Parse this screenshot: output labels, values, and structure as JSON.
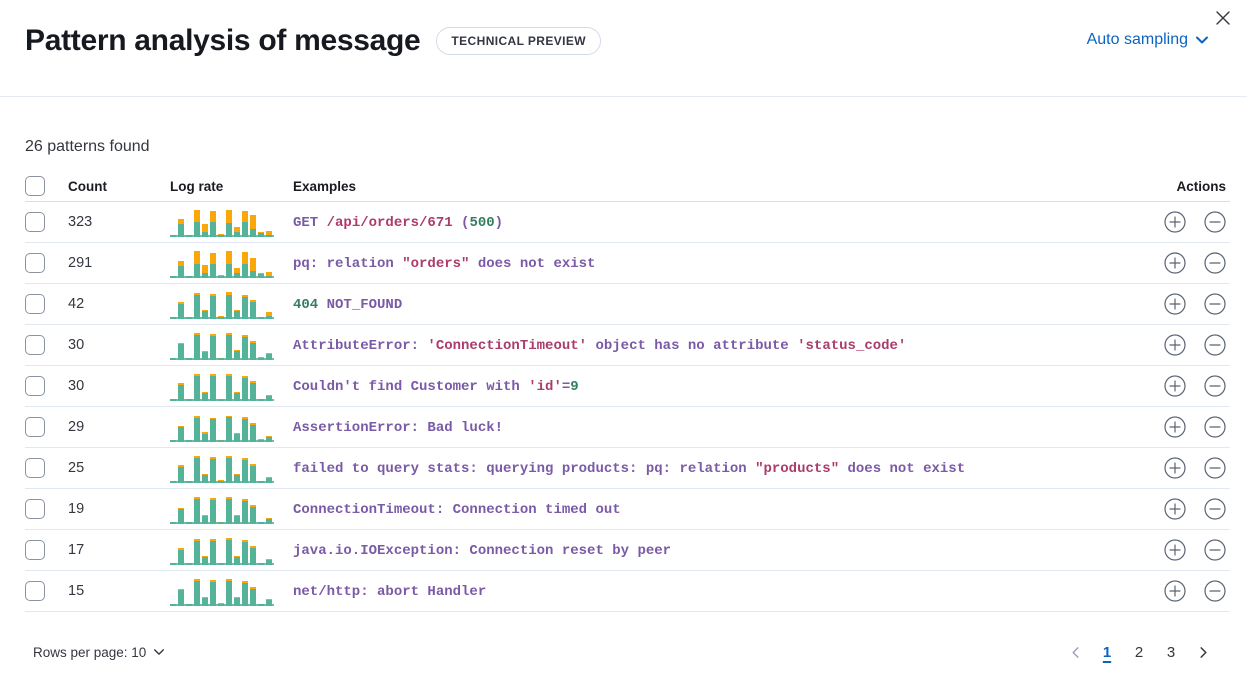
{
  "header": {
    "title": "Pattern analysis of message",
    "badge": "TECHNICAL PREVIEW",
    "sampling_label": "Auto sampling"
  },
  "summary": "26 patterns found",
  "colors": {
    "accent_blue": "#0B64C2",
    "spark_green": "#54B399",
    "spark_orange": "#FAA70A",
    "token_purple": "#7A5AA6",
    "token_crimson": "#AB3B6B",
    "token_green": "#347D60",
    "icon_grey": "#5A6472",
    "disabled_grey": "#98A2B3"
  },
  "table": {
    "columns": {
      "count": "Count",
      "log_rate": "Log rate",
      "examples": "Examples",
      "actions": "Actions"
    },
    "rows": [
      {
        "count": "323",
        "tokens": [
          {
            "text": "GET ",
            "k": "p"
          },
          {
            "text": "/api/orders/671",
            "k": "c"
          },
          {
            "text": " (",
            "k": "p"
          },
          {
            "text": "500",
            "k": "g"
          },
          {
            "text": ")",
            "k": "p"
          }
        ],
        "sparkline": [
          [
            7,
            0
          ],
          [
            44,
            15
          ],
          [
            6,
            0
          ],
          [
            50,
            40
          ],
          [
            18,
            26
          ],
          [
            50,
            36
          ],
          [
            6,
            3
          ],
          [
            48,
            44
          ],
          [
            18,
            16
          ],
          [
            50,
            38
          ],
          [
            26,
            46
          ],
          [
            12,
            3
          ],
          [
            6,
            14
          ]
        ]
      },
      {
        "count": "291",
        "tokens": [
          {
            "text": "pq: relation ",
            "k": "p"
          },
          {
            "text": "\"orders\"",
            "k": "c"
          },
          {
            "text": " does not exist",
            "k": "p"
          }
        ],
        "sparkline": [
          [
            7,
            0
          ],
          [
            40,
            18
          ],
          [
            6,
            0
          ],
          [
            48,
            42
          ],
          [
            16,
            28
          ],
          [
            48,
            38
          ],
          [
            6,
            3
          ],
          [
            46,
            44
          ],
          [
            16,
            18
          ],
          [
            48,
            40
          ],
          [
            24,
            44
          ],
          [
            12,
            3
          ],
          [
            6,
            14
          ]
        ]
      },
      {
        "count": "42",
        "tokens": [
          {
            "text": "404",
            "k": "g"
          },
          {
            "text": " NOT_FOUND",
            "k": "p"
          }
        ],
        "sparkline": [
          [
            6,
            0
          ],
          [
            50,
            8
          ],
          [
            5,
            0
          ],
          [
            80,
            6
          ],
          [
            25,
            3
          ],
          [
            76,
            8
          ],
          [
            5,
            2
          ],
          [
            80,
            10
          ],
          [
            26,
            4
          ],
          [
            74,
            8
          ],
          [
            56,
            8
          ],
          [
            6,
            0
          ],
          [
            10,
            12
          ]
        ]
      },
      {
        "count": "30",
        "tokens": [
          {
            "text": "AttributeError: ",
            "k": "p"
          },
          {
            "text": "'ConnectionTimeout'",
            "k": "c"
          },
          {
            "text": " object has no attribute ",
            "k": "p"
          },
          {
            "text": "'status_code'",
            "k": "c"
          }
        ],
        "sparkline": [
          [
            6,
            0
          ],
          [
            52,
            4
          ],
          [
            5,
            0
          ],
          [
            82,
            6
          ],
          [
            28,
            3
          ],
          [
            80,
            6
          ],
          [
            4,
            2
          ],
          [
            82,
            6
          ],
          [
            30,
            4
          ],
          [
            78,
            6
          ],
          [
            58,
            6
          ],
          [
            6,
            2
          ],
          [
            20,
            3
          ]
        ]
      },
      {
        "count": "30",
        "tokens": [
          {
            "text": "Couldn't find Customer with ",
            "k": "p"
          },
          {
            "text": "'id'",
            "k": "c"
          },
          {
            "text": "=",
            "k": "p"
          },
          {
            "text": "9",
            "k": "g"
          }
        ],
        "sparkline": [
          [
            6,
            0
          ],
          [
            54,
            5
          ],
          [
            5,
            0
          ],
          [
            84,
            8
          ],
          [
            26,
            3
          ],
          [
            82,
            6
          ],
          [
            4,
            2
          ],
          [
            84,
            6
          ],
          [
            28,
            4
          ],
          [
            78,
            8
          ],
          [
            60,
            6
          ],
          [
            5,
            0
          ],
          [
            18,
            3
          ]
        ]
      },
      {
        "count": "29",
        "tokens": [
          {
            "text": "AssertionError: Bad luck!",
            "k": "p"
          }
        ],
        "sparkline": [
          [
            6,
            0
          ],
          [
            50,
            4
          ],
          [
            5,
            0
          ],
          [
            80,
            6
          ],
          [
            28,
            5
          ],
          [
            78,
            4
          ],
          [
            4,
            2
          ],
          [
            84,
            4
          ],
          [
            26,
            4
          ],
          [
            76,
            6
          ],
          [
            58,
            6
          ],
          [
            6,
            2
          ],
          [
            18,
            3
          ]
        ]
      },
      {
        "count": "25",
        "tokens": [
          {
            "text": "failed to query stats: querying products: pq: relation ",
            "k": "p"
          },
          {
            "text": "\"products\"",
            "k": "c"
          },
          {
            "text": " does not exist",
            "k": "p"
          }
        ],
        "sparkline": [
          [
            6,
            0
          ],
          [
            52,
            5
          ],
          [
            5,
            0
          ],
          [
            82,
            6
          ],
          [
            28,
            4
          ],
          [
            80,
            6
          ],
          [
            5,
            2
          ],
          [
            82,
            6
          ],
          [
            28,
            4
          ],
          [
            76,
            6
          ],
          [
            58,
            6
          ],
          [
            6,
            0
          ],
          [
            18,
            3
          ]
        ]
      },
      {
        "count": "19",
        "tokens": [
          {
            "text": "ConnectionTimeout: Connection timed out",
            "k": "p"
          }
        ],
        "sparkline": [
          [
            6,
            0
          ],
          [
            50,
            4
          ],
          [
            5,
            0
          ],
          [
            82,
            6
          ],
          [
            26,
            3
          ],
          [
            80,
            6
          ],
          [
            4,
            2
          ],
          [
            82,
            6
          ],
          [
            28,
            4
          ],
          [
            78,
            6
          ],
          [
            58,
            6
          ],
          [
            5,
            0
          ],
          [
            18,
            3
          ]
        ]
      },
      {
        "count": "17",
        "tokens": [
          {
            "text": "java.io.IOException: Connection reset by peer",
            "k": "p"
          }
        ],
        "sparkline": [
          [
            6,
            0
          ],
          [
            50,
            5
          ],
          [
            5,
            0
          ],
          [
            80,
            6
          ],
          [
            26,
            4
          ],
          [
            80,
            6
          ],
          [
            4,
            2
          ],
          [
            82,
            6
          ],
          [
            28,
            4
          ],
          [
            76,
            6
          ],
          [
            56,
            6
          ],
          [
            6,
            0
          ],
          [
            18,
            3
          ]
        ]
      },
      {
        "count": "15",
        "tokens": [
          {
            "text": "net/http: abort Handler",
            "k": "p"
          }
        ],
        "sparkline": [
          [
            6,
            0
          ],
          [
            52,
            4
          ],
          [
            5,
            0
          ],
          [
            82,
            6
          ],
          [
            28,
            3
          ],
          [
            80,
            6
          ],
          [
            5,
            2
          ],
          [
            84,
            6
          ],
          [
            26,
            4
          ],
          [
            78,
            6
          ],
          [
            58,
            6
          ],
          [
            6,
            0
          ],
          [
            20,
            3
          ]
        ]
      }
    ]
  },
  "footer": {
    "rows_per_page_label": "Rows per page: 10",
    "pagination": {
      "pages": [
        "1",
        "2",
        "3"
      ],
      "active_page": "1"
    }
  }
}
